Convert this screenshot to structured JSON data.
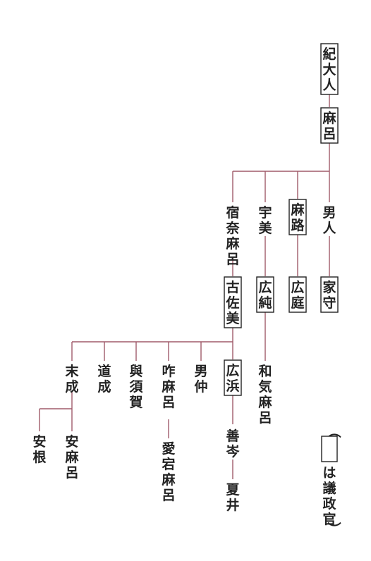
{
  "legend": {
    "open_paren": "（",
    "text": "は議政官",
    "close_paren": "）"
  },
  "nodes": {
    "ki_ohito": "紀大人",
    "maro": "麻呂",
    "otohito": "男人",
    "maro2": "麻路",
    "umi": "宇美",
    "sukunamaro": "宿奈麻呂",
    "iemori": "家守",
    "hiroba": "広庭",
    "hirozumi": "広純",
    "kosami": "古佐美",
    "wakemaro": "和気麻呂",
    "hirohama": "広浜",
    "onaka": "男仲",
    "kuimaro": "咋麻呂",
    "yosuka": "與須賀",
    "michinari": "道成",
    "suenari": "末成",
    "zengin": "善岑",
    "natsui": "夏井",
    "otagimaro": "愛宕麻呂",
    "yasumaro": "安麻呂",
    "yasune": "安根"
  },
  "colors": {
    "line": "#a05a6a",
    "text": "#222222"
  }
}
